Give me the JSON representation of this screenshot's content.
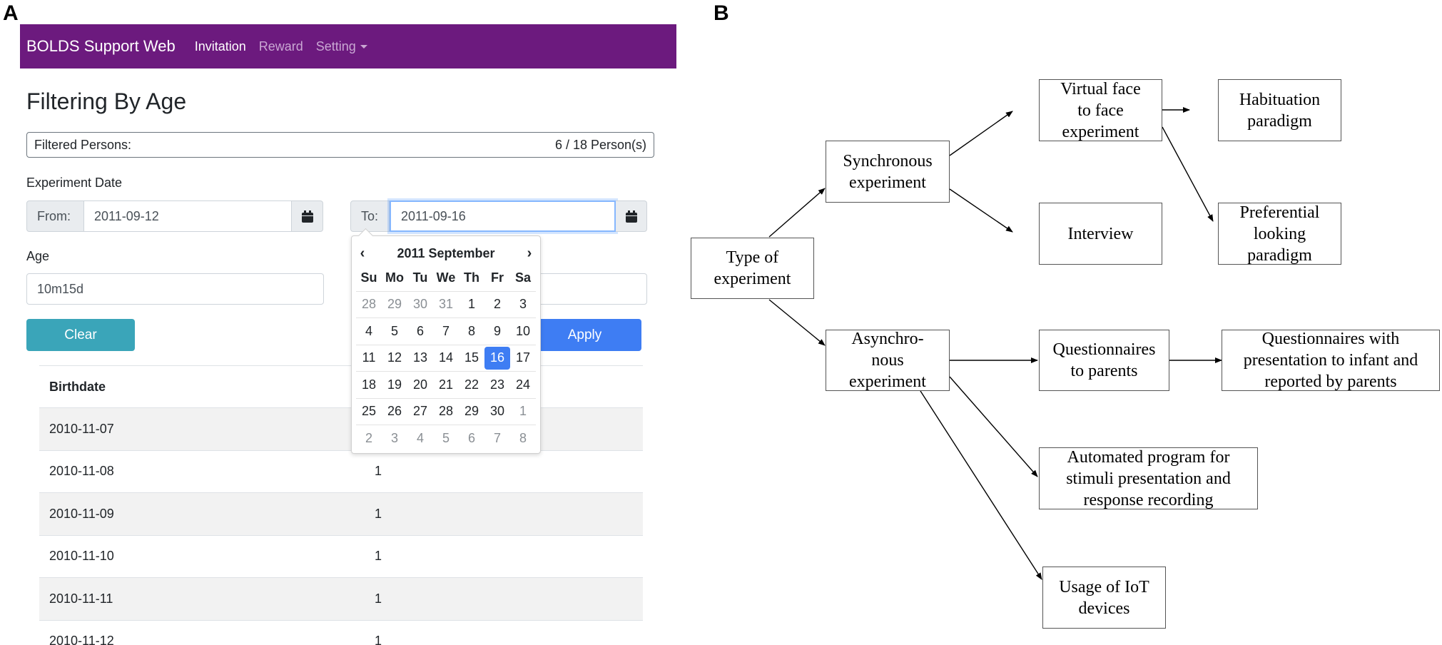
{
  "panel_labels": {
    "a": "A",
    "b": "B"
  },
  "navbar": {
    "brand": "BOLDS Support Web",
    "links": [
      {
        "label": "Invitation",
        "active": true
      },
      {
        "label": "Reward",
        "active": false
      },
      {
        "label": "Setting",
        "active": false,
        "dropdown": true
      }
    ],
    "background": "#6c1a7e"
  },
  "page": {
    "title": "Filtering By Age",
    "filtered_label": "Filtered Persons:",
    "filtered_count": "6 / 18 Person(s)"
  },
  "experiment_date": {
    "label": "Experiment Date",
    "from_label": "From:",
    "from_value": "2011-09-12",
    "to_label": "To:",
    "to_value": "2011-09-16"
  },
  "age": {
    "label": "Age",
    "value": "10m15d"
  },
  "buttons": {
    "clear": "Clear",
    "apply": "Apply",
    "clear_color": "#3aa5b9",
    "apply_color": "#3e7df3"
  },
  "table": {
    "headers": [
      "Birthdate"
    ],
    "rows": [
      {
        "birthdate": "2010-11-07",
        "count": ""
      },
      {
        "birthdate": "2010-11-08",
        "count": "1"
      },
      {
        "birthdate": "2010-11-09",
        "count": "1"
      },
      {
        "birthdate": "2010-11-10",
        "count": "1"
      },
      {
        "birthdate": "2010-11-11",
        "count": "1"
      },
      {
        "birthdate": "2010-11-12",
        "count": "1"
      }
    ]
  },
  "datepicker": {
    "title": "2011 September",
    "prev": "‹",
    "next": "›",
    "weekdays": [
      "Su",
      "Mo",
      "Tu",
      "We",
      "Th",
      "Fr",
      "Sa"
    ],
    "selected": "16",
    "weeks": [
      [
        {
          "d": "28",
          "o": true
        },
        {
          "d": "29",
          "o": true
        },
        {
          "d": "30",
          "o": true
        },
        {
          "d": "31",
          "o": true
        },
        {
          "d": "1"
        },
        {
          "d": "2"
        },
        {
          "d": "3"
        }
      ],
      [
        {
          "d": "4"
        },
        {
          "d": "5"
        },
        {
          "d": "6"
        },
        {
          "d": "7"
        },
        {
          "d": "8"
        },
        {
          "d": "9"
        },
        {
          "d": "10"
        }
      ],
      [
        {
          "d": "11"
        },
        {
          "d": "12"
        },
        {
          "d": "13"
        },
        {
          "d": "14"
        },
        {
          "d": "15"
        },
        {
          "d": "16",
          "s": true
        },
        {
          "d": "17"
        }
      ],
      [
        {
          "d": "18"
        },
        {
          "d": "19"
        },
        {
          "d": "20"
        },
        {
          "d": "21"
        },
        {
          "d": "22"
        },
        {
          "d": "23"
        },
        {
          "d": "24"
        }
      ],
      [
        {
          "d": "25"
        },
        {
          "d": "26"
        },
        {
          "d": "27"
        },
        {
          "d": "28"
        },
        {
          "d": "29"
        },
        {
          "d": "30"
        },
        {
          "d": "1",
          "o": true
        }
      ],
      [
        {
          "d": "2",
          "o": true
        },
        {
          "d": "3",
          "o": true
        },
        {
          "d": "4",
          "o": true
        },
        {
          "d": "5",
          "o": true
        },
        {
          "d": "6",
          "o": true
        },
        {
          "d": "7",
          "o": true
        },
        {
          "d": "8",
          "o": true
        }
      ]
    ]
  },
  "flowchart": {
    "type_of_experiment": "Type of\nexperiment",
    "synchronous": "Synchronous\nexperiment",
    "asynchronous": "Asynchro-\nnous\nexperiment",
    "virtual_face": "Virtual face\nto face\nexperiment",
    "habituation": "Habituation\nparadigm",
    "preferential": "Preferential\nlooking\nparadigm",
    "interview": "Interview",
    "questionnaires_parents": "Questionnaires\nto parents",
    "questionnaires_infant": "Questionnaires  with\npresentation to infant and\nreported by parents",
    "automated": "Automated program for\nstimuli presentation and\nresponse recording",
    "iot": "Usage of IoT\ndevices"
  }
}
